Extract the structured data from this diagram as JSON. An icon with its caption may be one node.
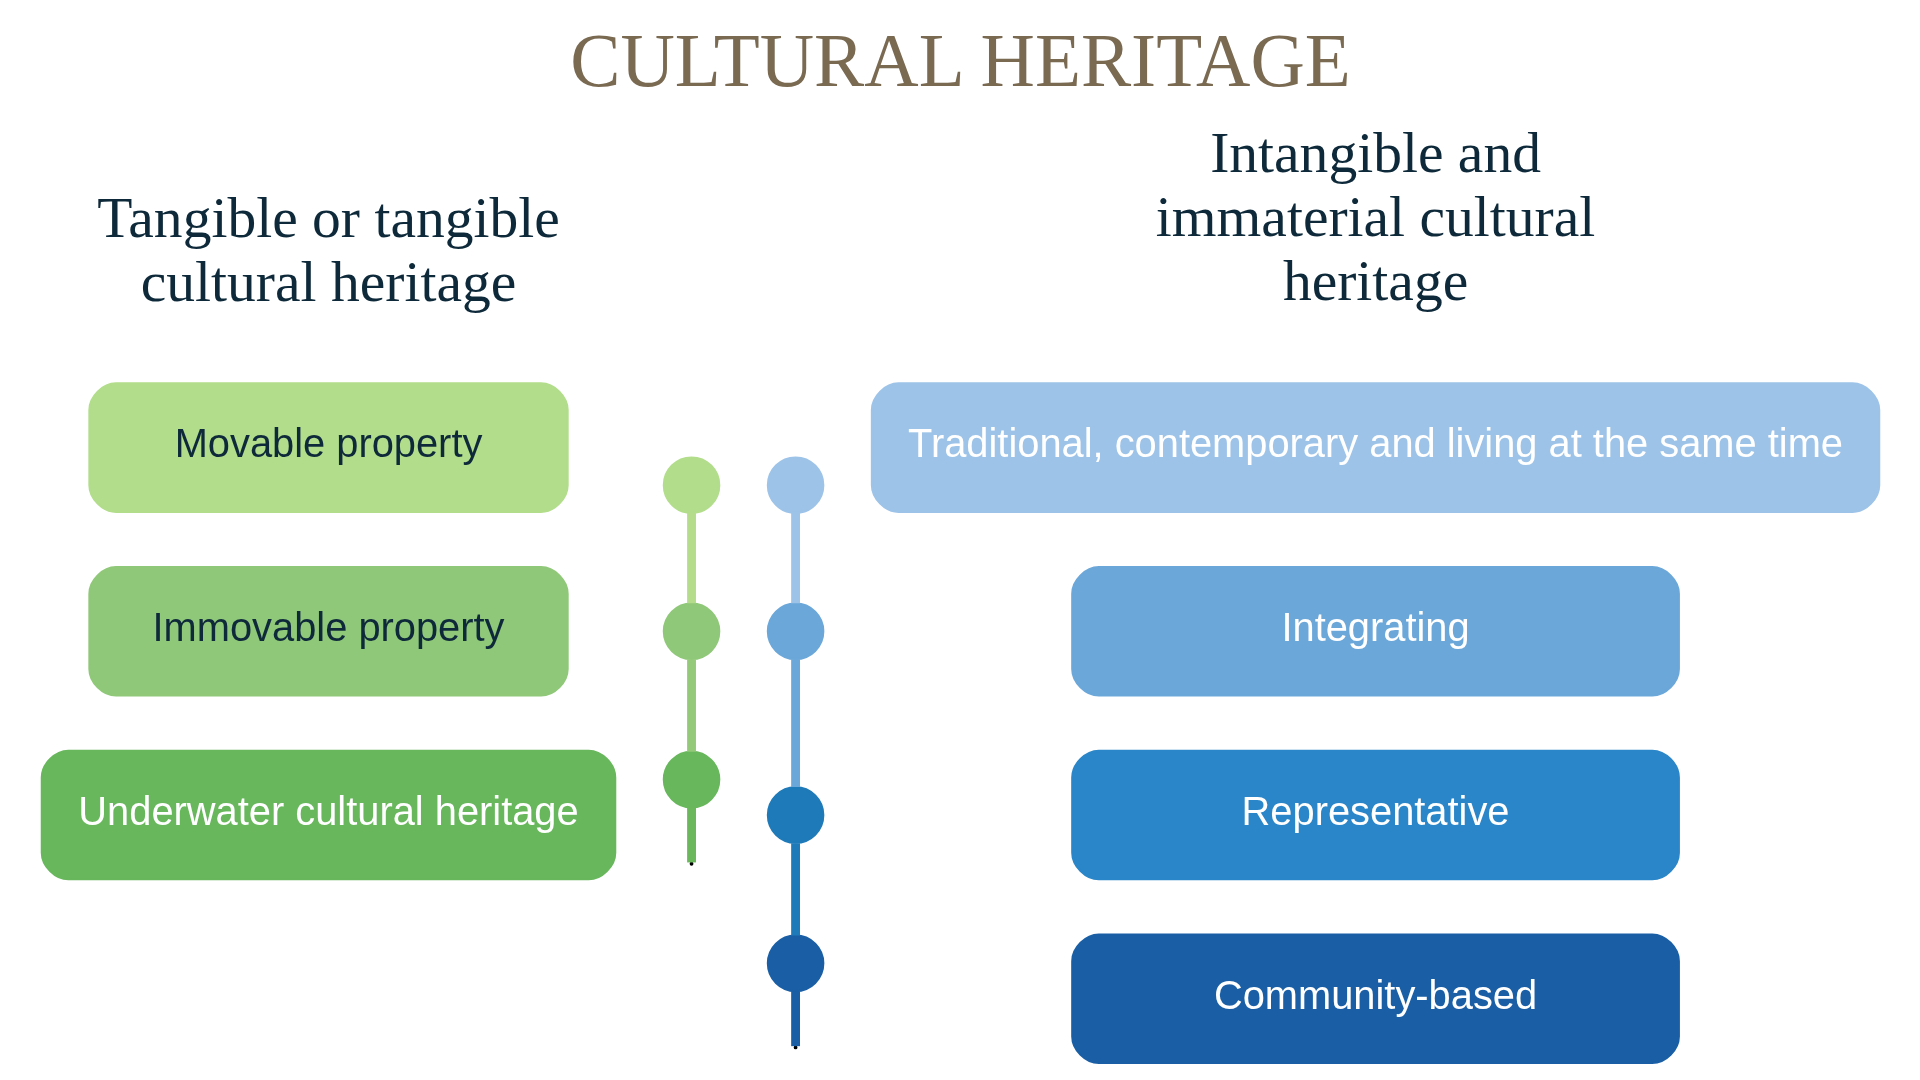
{
  "diagram": {
    "title": "CULTURAL HERITAGE",
    "nodes": [
      {
        "text": [
          "Movable property"
        ]
      },
      {
        "text": [
          "Immovable property"
        ]
      },
      {
        "text": [
          "Underwater cultural heritage"
        ]
      },
      {
        "text": [],
        "shape": "circle"
      },
      {
        "text": [],
        "shape": "circle"
      },
      {
        "text": [],
        "shape": "circle"
      },
      {
        "text": [],
        "shape": "circle"
      },
      {
        "text": [],
        "shape": "circle"
      },
      {
        "text": [],
        "shape": "circle"
      },
      {
        "text": [],
        "shape": "circle"
      },
      {
        "text": [
          "Traditional, contemporary and living at the same time"
        ]
      },
      {
        "text": [
          "Integrating"
        ]
      },
      {
        "text": [
          "Representative"
        ]
      },
      {
        "text": [
          "Community-based"
        ]
      }
    ],
    "edges": [
      {
        "from": 3,
        "to": 4,
        "arrow": "none",
        "color": "#b5dc8a"
      },
      {
        "from": 4,
        "to": 5,
        "arrow": "none",
        "color": "#94c97a"
      },
      {
        "from": 5,
        "to": null,
        "arrow": "none",
        "color": "#6ab75c"
      },
      {
        "from": 6,
        "to": 7,
        "arrow": "none",
        "color": "#9dc3e8"
      },
      {
        "from": 7,
        "to": 8,
        "arrow": "none",
        "color": "#6ba7d9"
      },
      {
        "from": 8,
        "to": 9,
        "arrow": "none",
        "color": "#1e7ab8"
      },
      {
        "from": 9,
        "to": null,
        "arrow": "none",
        "color": "#1a5fa5"
      }
    ],
    "labels": [
      "Tangible or tangible cultural heritage",
      "Intangible and immaterial cultural heritage"
    ]
  }
}
